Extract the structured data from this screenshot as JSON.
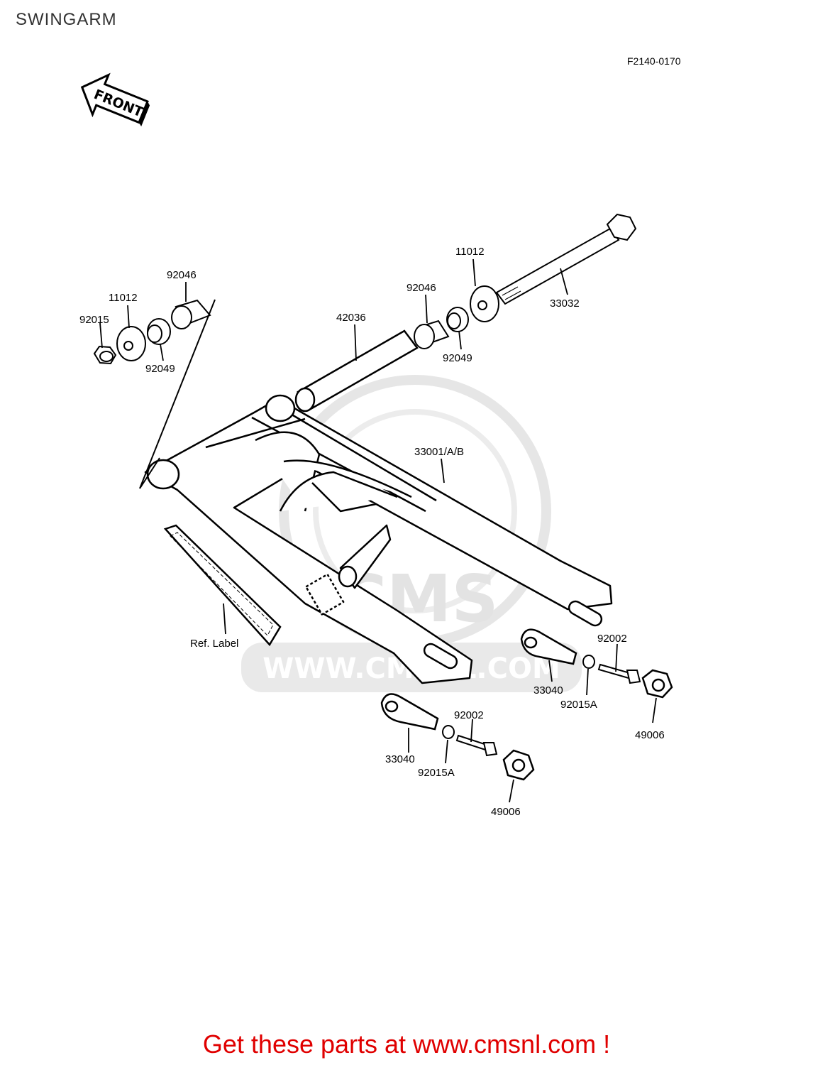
{
  "page": {
    "title": "SWINGARM",
    "figure_code": "F2140-0170",
    "promo_text": "Get these parts at www.cmsnl.com !"
  },
  "watermark": {
    "brand": "CMS",
    "url": "WWW.CMSNL.COM"
  },
  "direction_sign": {
    "text": "FRONT",
    "icon": "front-arrow-icon"
  },
  "callouts": [
    {
      "id": "92015-left",
      "text": "92015"
    },
    {
      "id": "11012-left",
      "text": "11012"
    },
    {
      "id": "92046-left",
      "text": "92046"
    },
    {
      "id": "92049-left",
      "text": "92049"
    },
    {
      "id": "42036",
      "text": "42036"
    },
    {
      "id": "92046-right",
      "text": "92046"
    },
    {
      "id": "11012-right",
      "text": "11012"
    },
    {
      "id": "92049-right",
      "text": "92049"
    },
    {
      "id": "33032",
      "text": "33032"
    },
    {
      "id": "33001",
      "text": "33001/A/B"
    },
    {
      "id": "92002-upper",
      "text": "92002"
    },
    {
      "id": "33040-upper",
      "text": "33040"
    },
    {
      "id": "92015A-upper",
      "text": "92015A"
    },
    {
      "id": "49006-upper",
      "text": "49006"
    },
    {
      "id": "92002-lower",
      "text": "92002"
    },
    {
      "id": "33040-lower",
      "text": "33040"
    },
    {
      "id": "92015A-lower",
      "text": "92015A"
    },
    {
      "id": "49006-lower",
      "text": "49006"
    }
  ],
  "ref_label": "Ref. Label",
  "colors": {
    "promo": "#e00000",
    "line": "#000000",
    "watermark": "#e3e3e3"
  }
}
